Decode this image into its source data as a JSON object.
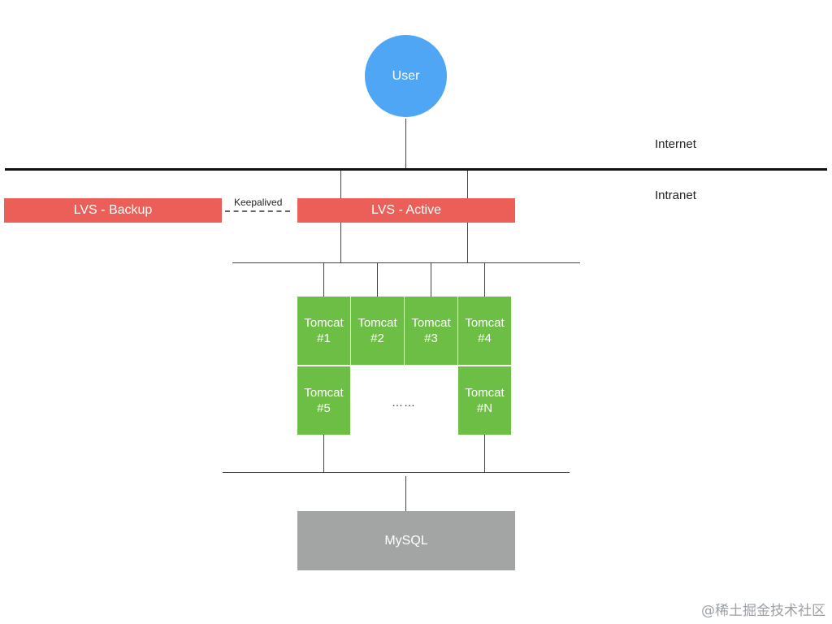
{
  "user": {
    "label": "User"
  },
  "zones": {
    "internet": "Internet",
    "intranet": "Intranet"
  },
  "lvs": {
    "backup": "LVS - Backup",
    "active": "LVS - Active",
    "keepalived": "Keepalived"
  },
  "tomcats": [
    {
      "name": "Tomcat",
      "id": "#1"
    },
    {
      "name": "Tomcat",
      "id": "#2"
    },
    {
      "name": "Tomcat",
      "id": "#3"
    },
    {
      "name": "Tomcat",
      "id": "#4"
    },
    {
      "name": "Tomcat",
      "id": "#5"
    },
    {
      "name": "Tomcat",
      "id": "#N"
    }
  ],
  "ellipsis": "……",
  "database": {
    "label": "MySQL"
  },
  "watermark": "@稀土掘金技术社区",
  "colors": {
    "user": "#4fa6f5",
    "lvs": "#ec5f59",
    "tomcat": "#6dbe45",
    "mysql": "#a3a5a4"
  }
}
